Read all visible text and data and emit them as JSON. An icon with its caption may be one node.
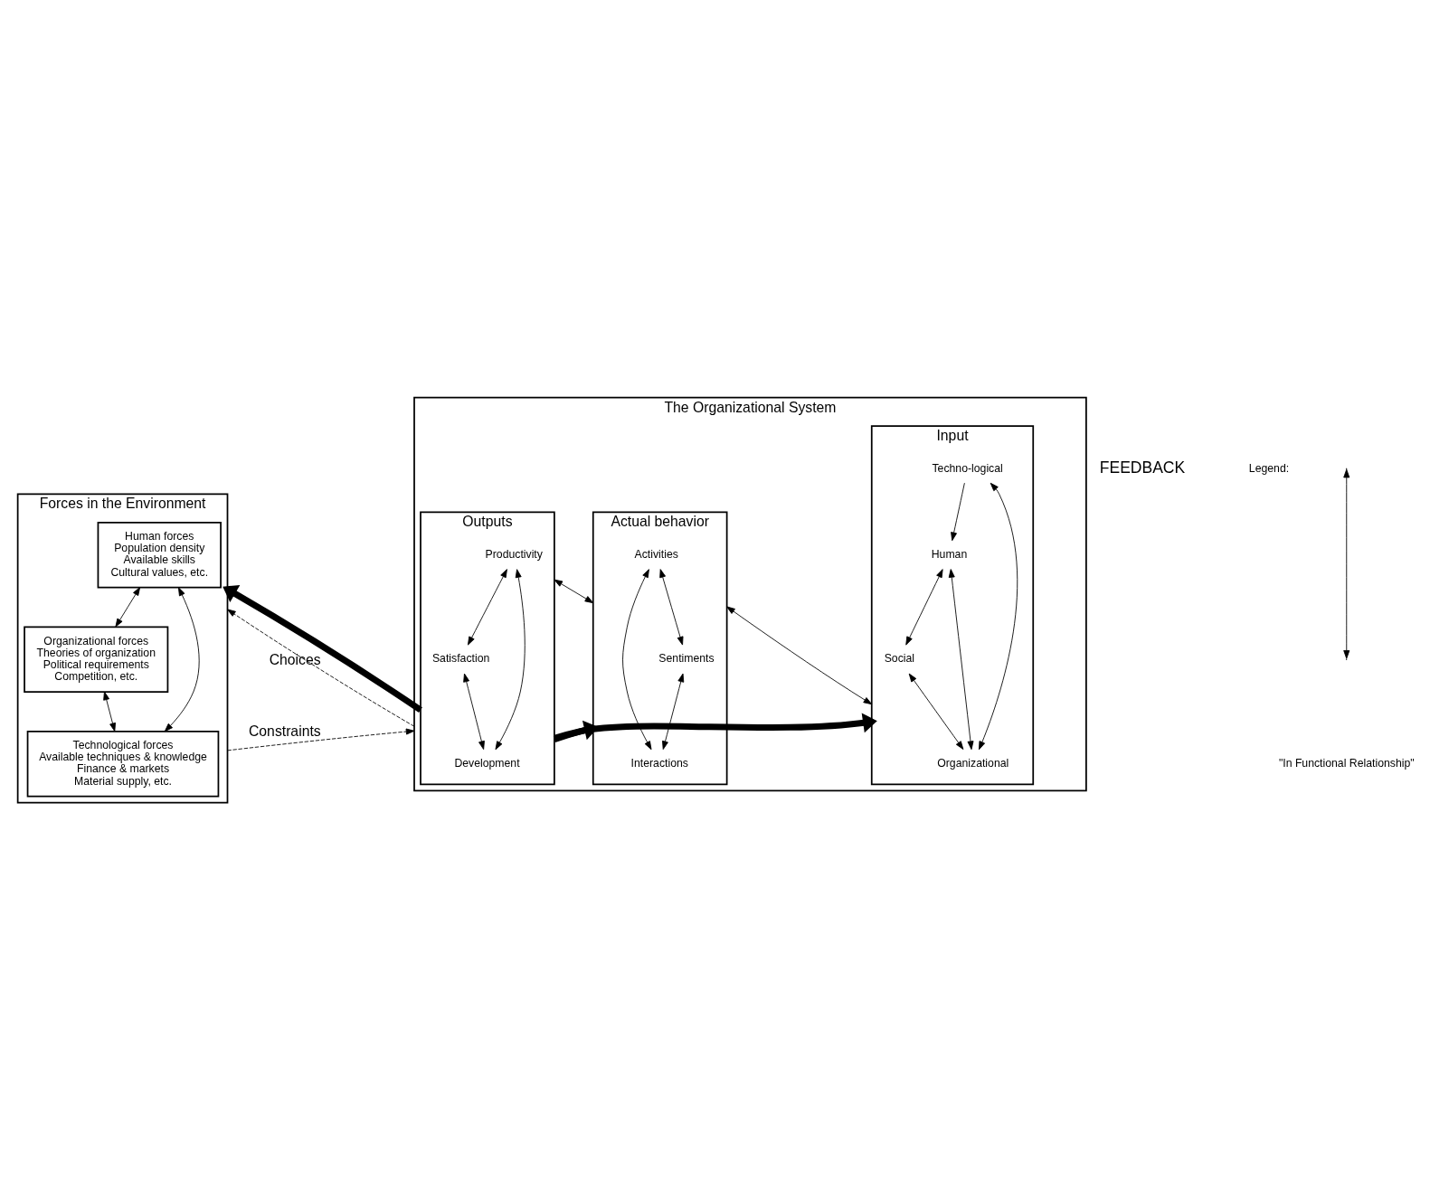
{
  "diagram": {
    "nodes": [
      {
        "text": [
          "Forces in the Environment"
        ]
      },
      {
        "text": [
          "Human forces",
          "Population density",
          "Available skills",
          "Cultural values, etc."
        ],
        "in": 0
      },
      {
        "text": [
          "Organizational forces",
          "Theories of organization",
          "Political requirements",
          "Competition, etc."
        ],
        "in": 0
      },
      {
        "text": [
          "Technological forces",
          "Available techniques & knowledge",
          "Finance & markets",
          "Material supply, etc."
        ],
        "in": 0
      },
      {
        "text": [
          "The Organizational System"
        ]
      },
      {
        "text": [
          "Input"
        ],
        "in": 4
      },
      {
        "text": [
          "Human"
        ],
        "in": 5
      },
      {
        "text": [
          "Techno-logical"
        ],
        "in": 5
      },
      {
        "text": [
          "Social"
        ],
        "in": 5
      },
      {
        "text": [
          "Organizational"
        ],
        "in": 5
      },
      {
        "text": [
          "Actual behavior"
        ],
        "in": 4
      },
      {
        "text": [
          "Activities"
        ],
        "in": 10
      },
      {
        "text": [
          "Interactions"
        ],
        "in": 10
      },
      {
        "text": [
          "Sentiments"
        ],
        "in": 10
      },
      {
        "text": [
          "Outputs"
        ],
        "in": 4
      },
      {
        "text": [
          "Productivity"
        ],
        "in": 14
      },
      {
        "text": [
          "Satisfaction"
        ],
        "in": 14
      },
      {
        "text": [
          "Development"
        ],
        "in": 14
      }
    ],
    "edges": [
      {
        "from": 1,
        "to": 2,
        "arrow": "both"
      },
      {
        "from": 1,
        "to": 3,
        "arrow": "both"
      },
      {
        "from": 2,
        "to": 3,
        "arrow": "both"
      },
      {
        "from": 0,
        "to": 4,
        "arrow": "to",
        "label": "Constraints",
        "style": "dashed"
      },
      {
        "from": 4,
        "to": 0,
        "arrow": "to",
        "label": "Choices",
        "style": "dashed"
      },
      {
        "from": 7,
        "to": 6,
        "arrow": "to"
      },
      {
        "from": 9,
        "to": 6,
        "arrow": "both"
      },
      {
        "from": 6,
        "to": 8,
        "arrow": "both"
      },
      {
        "from": 7,
        "to": 9,
        "arrow": "both"
      },
      {
        "from": 8,
        "to": 9,
        "arrow": "both"
      },
      {
        "from": 5,
        "to": 10,
        "arrow": "both"
      },
      {
        "from": 10,
        "to": 14,
        "arrow": "both"
      },
      {
        "from": 11,
        "to": 13,
        "arrow": "both"
      },
      {
        "from": 11,
        "to": 12,
        "arrow": "both"
      },
      {
        "from": 13,
        "to": 12,
        "arrow": "both"
      },
      {
        "from": 15,
        "to": 16,
        "arrow": "both"
      },
      {
        "from": 16,
        "to": 17,
        "arrow": "both"
      },
      {
        "from": 17,
        "to": 15,
        "arrow": "both"
      },
      {
        "from": 14,
        "to": 10,
        "arrow": "to",
        "style": "thick"
      },
      {
        "from": 14,
        "to": 5,
        "arrow": "to",
        "style": "thick"
      },
      {
        "from": 14,
        "to": 0,
        "arrow": "to",
        "style": "thick"
      }
    ],
    "labels": [
      "FEEDBACK",
      "Legend:"
    ],
    "legend": [
      {
        "text": "\"In Functional Relationship\""
      }
    ]
  }
}
